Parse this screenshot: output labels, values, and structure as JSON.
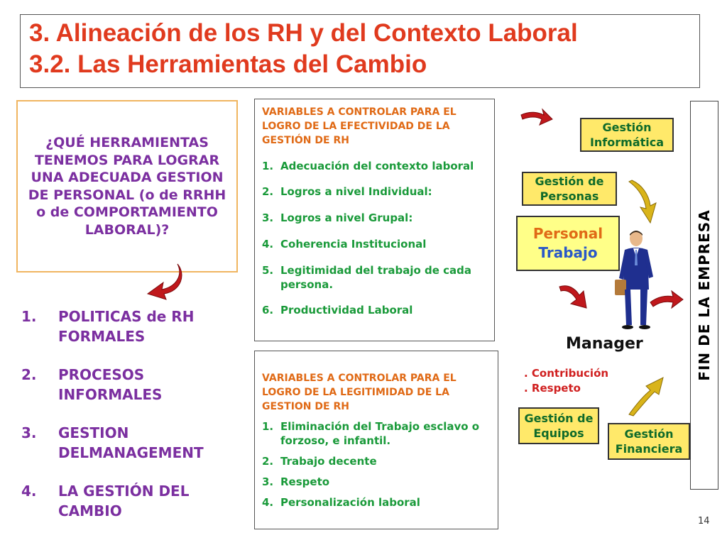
{
  "title": {
    "line1": "3. Alineación de los RH y del Contexto Laboral",
    "line2": "3.2. Las Herramientas del Cambio"
  },
  "question": "¿QUÉ HERRAMIENTAS TENEMOS PARA LOGRAR UNA ADECUADA GESTION DE PERSONAL (o de RRHH o de COMPORTAMIENTO LABORAL)?",
  "tools": [
    {
      "num": "1.",
      "text": "POLITICAS de RH FORMALES"
    },
    {
      "num": "2.",
      "text": "PROCESOS INFORMALES"
    },
    {
      "num": "3.",
      "text": "GESTION DELMANAGEMENT"
    },
    {
      "num": "4.",
      "text": "LA GESTIÓN DEL CAMBIO"
    }
  ],
  "effectiveness": {
    "heading": "VARIABLES A CONTROLAR PARA EL LOGRO DE LA EFECTIVIDAD DE LA GESTIÓN DE RH",
    "items": [
      {
        "num": "1.",
        "text": "Adecuación del contexto laboral"
      },
      {
        "num": "2.",
        "text": "Logros a nivel Individual:"
      },
      {
        "num": "3.",
        "text": "Logros a nivel Grupal:"
      },
      {
        "num": "4.",
        "text": "Coherencia Institucional"
      },
      {
        "num": "5.",
        "text": "Legitimidad del trabajo de cada persona."
      },
      {
        "num": "6.",
        "text": "Productividad Laboral"
      }
    ]
  },
  "legitimacy": {
    "heading": "VARIABLES A CONTROLAR PARA EL LOGRO DE LA LEGITIMIDAD DE LA GESTION DE RH",
    "items": [
      {
        "num": "1.",
        "text": "Eliminación del Trabajo esclavo o forzoso, e infantil."
      },
      {
        "num": "2.",
        "text": "Trabajo decente"
      },
      {
        "num": "3.",
        "text": "Respeto"
      },
      {
        "num": "4.",
        "text": "Personalización laboral"
      }
    ]
  },
  "diagram": {
    "gestion_informatica": "Gestión Informática",
    "gestion_personas": "Gestión de Personas",
    "personal": "Personal",
    "trabajo": "Trabajo",
    "manager": "Manager",
    "contribucion": ". Contribución",
    "respeto": ". Respeto",
    "gestion_equipos": "Gestión de Equipos",
    "gestion_financiera": "Gestión Financiera",
    "fin_empresa": "FIN DE LA EMPRESA"
  },
  "colors": {
    "title": "#e03a1e",
    "purple": "#7b2fa0",
    "orange": "#e06a16",
    "green": "#1a9a3a",
    "arrow_red": "#c0181c",
    "arrow_gold": "#d9b41a"
  },
  "page_number": "14"
}
